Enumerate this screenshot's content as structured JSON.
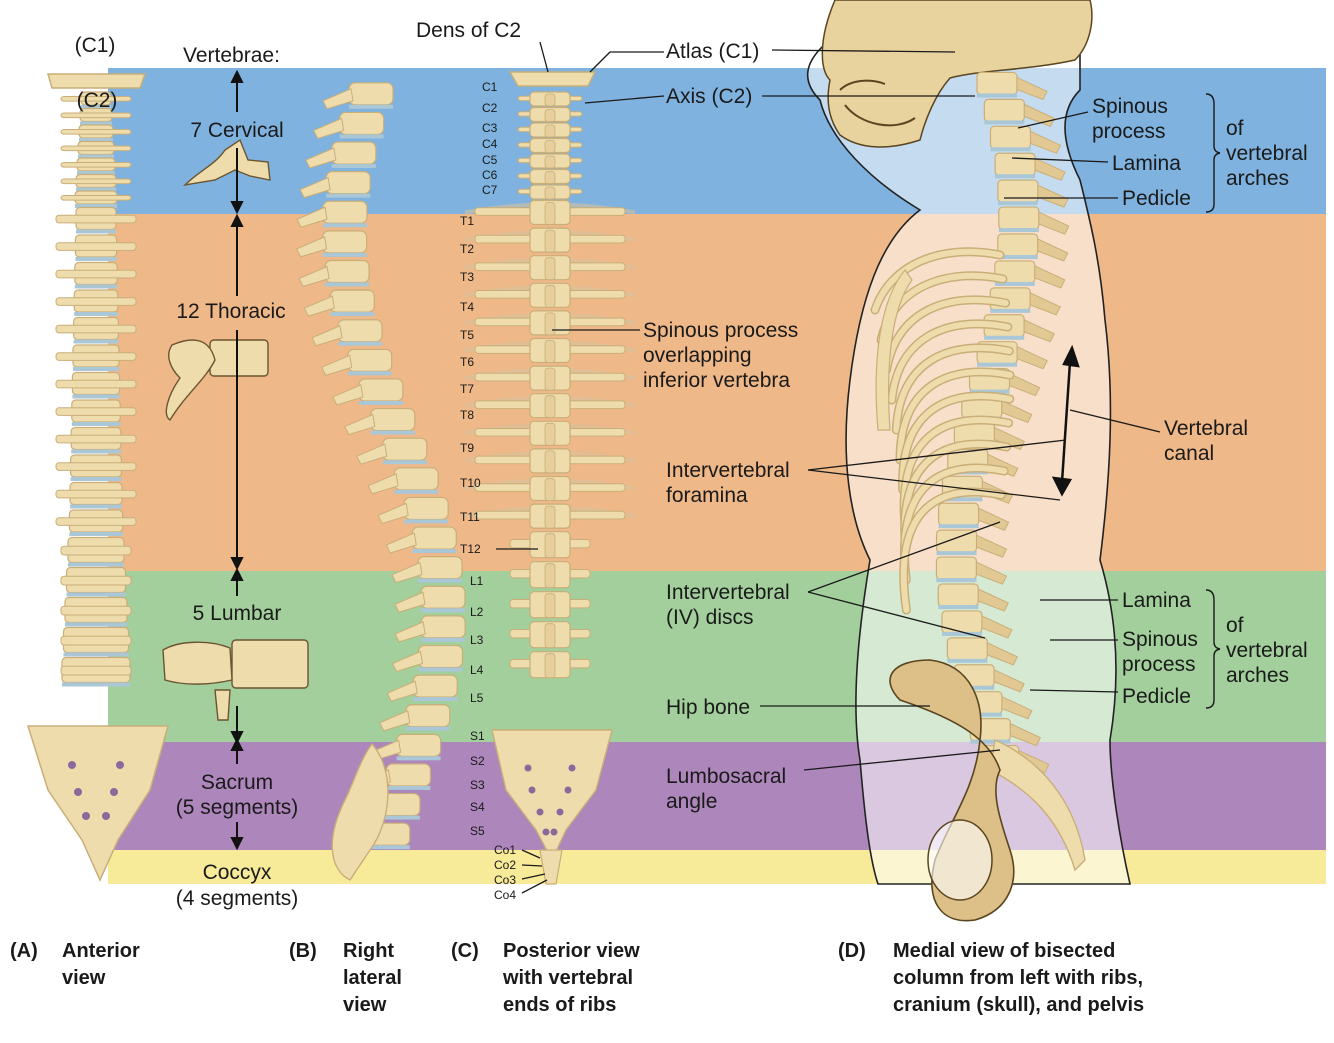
{
  "colors": {
    "cervical_band": "#7fb2de",
    "thoracic_band": "#efb888",
    "lumbar_band": "#a3cf9d",
    "sacrum_band": "#ad86bb",
    "coccyx_band": "#f7ea99",
    "bone": "#eedcad",
    "bone_dark": "#c9ae78",
    "disc": "#a9c7d6"
  },
  "labels": {
    "vertebrae_heading": "Vertebrae:",
    "c1_paren": "(C1)",
    "c2_paren": "(C2)",
    "cervical": "7 Cervical",
    "thoracic": "12 Thoracic",
    "lumbar": "5 Lumbar",
    "sacrum": "Sacrum\n(5 segments)",
    "coccyx": "Coccyx",
    "coccyx_sub": "(4 segments)",
    "dens": "Dens of C2",
    "atlas": "Atlas (C1)",
    "axis": "Axis (C2)",
    "spinous_overlap": "Spinous process\noverlapping\ninferior vertebra",
    "iv_foramina": "Intervertebral\nforamina",
    "iv_discs": "Intervertebral\n(IV) discs",
    "hip_bone": "Hip bone",
    "lumbosacral": "Lumbosacral\nangle",
    "spinous_upper": "Spinous\nprocess",
    "lamina_upper": "Lamina",
    "pedicle_upper": "Pedicle",
    "arches_upper": "of\nvertebral\narches",
    "vertebral_canal": "Vertebral\ncanal",
    "lamina_lower": "Lamina",
    "spinous_lower": "Spinous\nprocess",
    "pedicle_lower": "Pedicle",
    "arches_lower": "of\nvertebral\narches"
  },
  "levels": {
    "cervical": [
      "C1",
      "C2",
      "C3",
      "C4",
      "C5",
      "C6",
      "C7"
    ],
    "thoracic": [
      "T1",
      "T2",
      "T3",
      "T4",
      "T5",
      "T6",
      "T7",
      "T8",
      "T9",
      "T10",
      "T11",
      "T12"
    ],
    "lumbar": [
      "L1",
      "L2",
      "L3",
      "L4",
      "L5"
    ],
    "sacral": [
      "S1",
      "S2",
      "S3",
      "S4",
      "S5"
    ],
    "coccygeal": [
      "Co1",
      "Co2",
      "Co3",
      "Co4"
    ]
  },
  "captions": [
    {
      "letter": "(A)",
      "text": "Anterior\nview"
    },
    {
      "letter": "(B)",
      "text": "Right\nlateral\nview"
    },
    {
      "letter": "(C)",
      "text": "Posterior view\nwith vertebral\nends of ribs"
    },
    {
      "letter": "(D)",
      "text": "Medial view of bisected\ncolumn from left with ribs,\ncranium (skull), and pelvis"
    }
  ]
}
